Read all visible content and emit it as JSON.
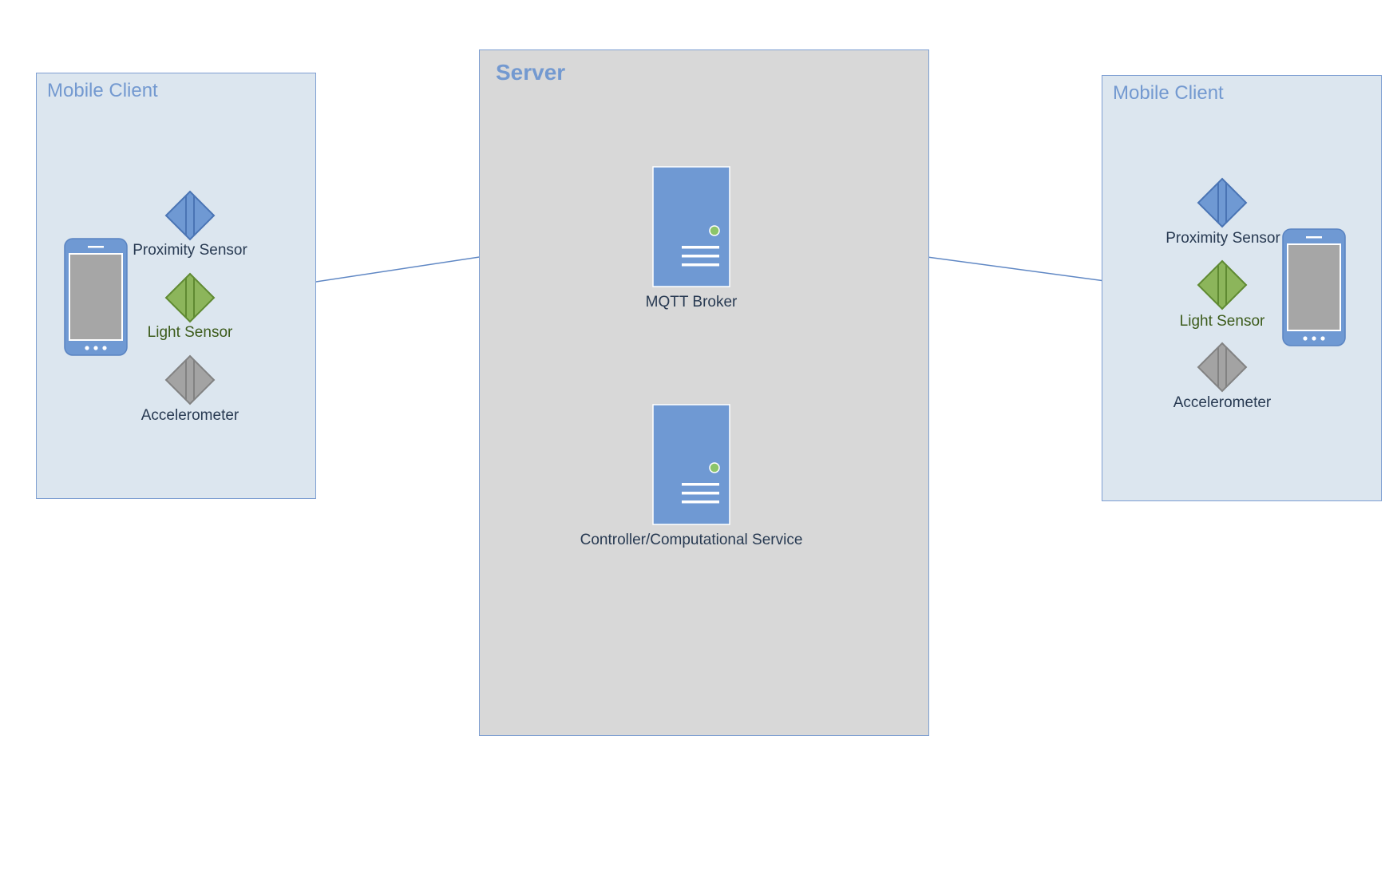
{
  "clients": [
    {
      "title": "Mobile Client",
      "sensors": [
        {
          "label": "Proximity Sensor",
          "icon": "diamond-blue-icon",
          "color": "#6f99d3"
        },
        {
          "label": "Light Sensor",
          "icon": "diamond-green-icon",
          "color": "#8cb55b"
        },
        {
          "label": "Accelerometer",
          "icon": "diamond-gray-icon",
          "color": "#a3a3a3"
        }
      ],
      "device_icon": "smartphone-icon"
    },
    {
      "title": "Mobile Client",
      "sensors": [
        {
          "label": "Proximity Sensor",
          "icon": "diamond-blue-icon",
          "color": "#6f99d3"
        },
        {
          "label": "Light Sensor",
          "icon": "diamond-green-icon",
          "color": "#8cb55b"
        },
        {
          "label": "Accelerometer",
          "icon": "diamond-gray-icon",
          "color": "#a3a3a3"
        }
      ],
      "device_icon": "smartphone-icon"
    }
  ],
  "server": {
    "title": "Server",
    "broker_label": "MQTT Broker",
    "controller_label": "Controller/Computational Service",
    "node_icon": "server-tower-icon"
  },
  "colors": {
    "client_fill": "#dce6ef",
    "server_fill": "#d8d8d8",
    "border": "#7e9fd2",
    "node_fill": "#6f99d3",
    "title_text": "#7399d0",
    "status_dot": "#8cc56a"
  }
}
